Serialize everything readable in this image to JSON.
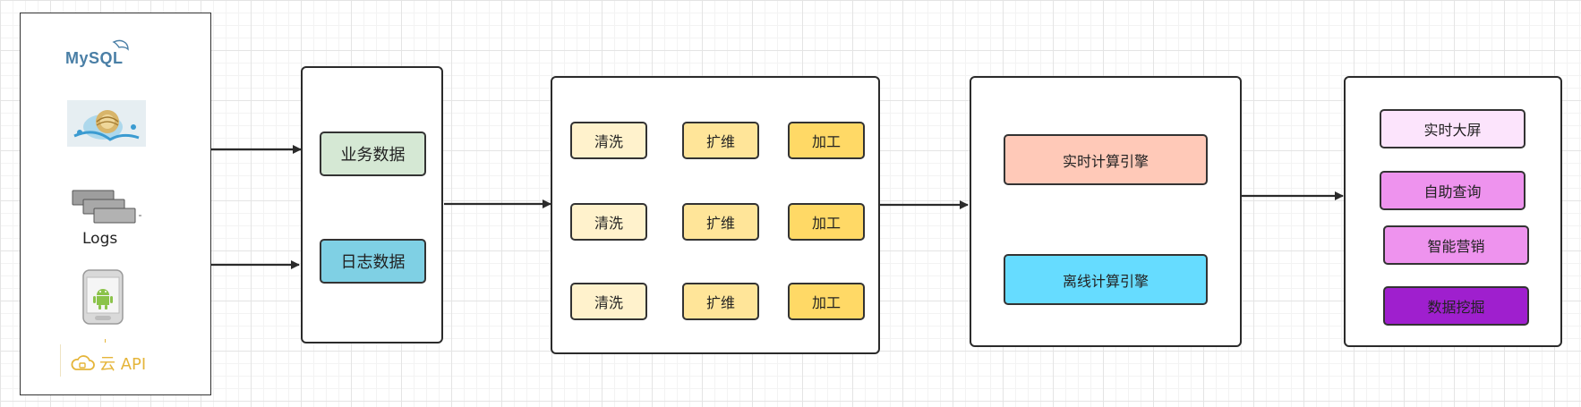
{
  "sources": {
    "mysql_logo": "MySQL",
    "logs_label": "Logs",
    "api_label": "云 API"
  },
  "ingest": {
    "business": "业务数据",
    "logs": "日志数据"
  },
  "processing": {
    "rows": [
      {
        "clean": "清洗",
        "expand": "扩维",
        "process": "加工"
      },
      {
        "clean": "清洗",
        "expand": "扩维",
        "process": "加工"
      },
      {
        "clean": "清洗",
        "expand": "扩维",
        "process": "加工"
      }
    ]
  },
  "engines": {
    "realtime": "实时计算引擎",
    "offline": "离线计算引擎"
  },
  "applications": {
    "dashboard": "实时大屏",
    "self_query": "自助查询",
    "marketing": "智能营销",
    "mining": "数据挖掘"
  },
  "colors": {
    "business_fill": "#d5e8d4",
    "logs_fill": "#7fd0e4",
    "clean_fill": "#fff2cc",
    "expand_fill": "#ffe599",
    "process_fill": "#ffd966",
    "realtime_fill": "#ffc9b8",
    "offline_fill": "#66dcff",
    "dashboard_fill": "#fce4fc",
    "self_query_fill": "#ee93ee",
    "marketing_fill": "#ee93ee",
    "mining_fill": "#9f1fce",
    "api_color": "#e5b53a"
  }
}
